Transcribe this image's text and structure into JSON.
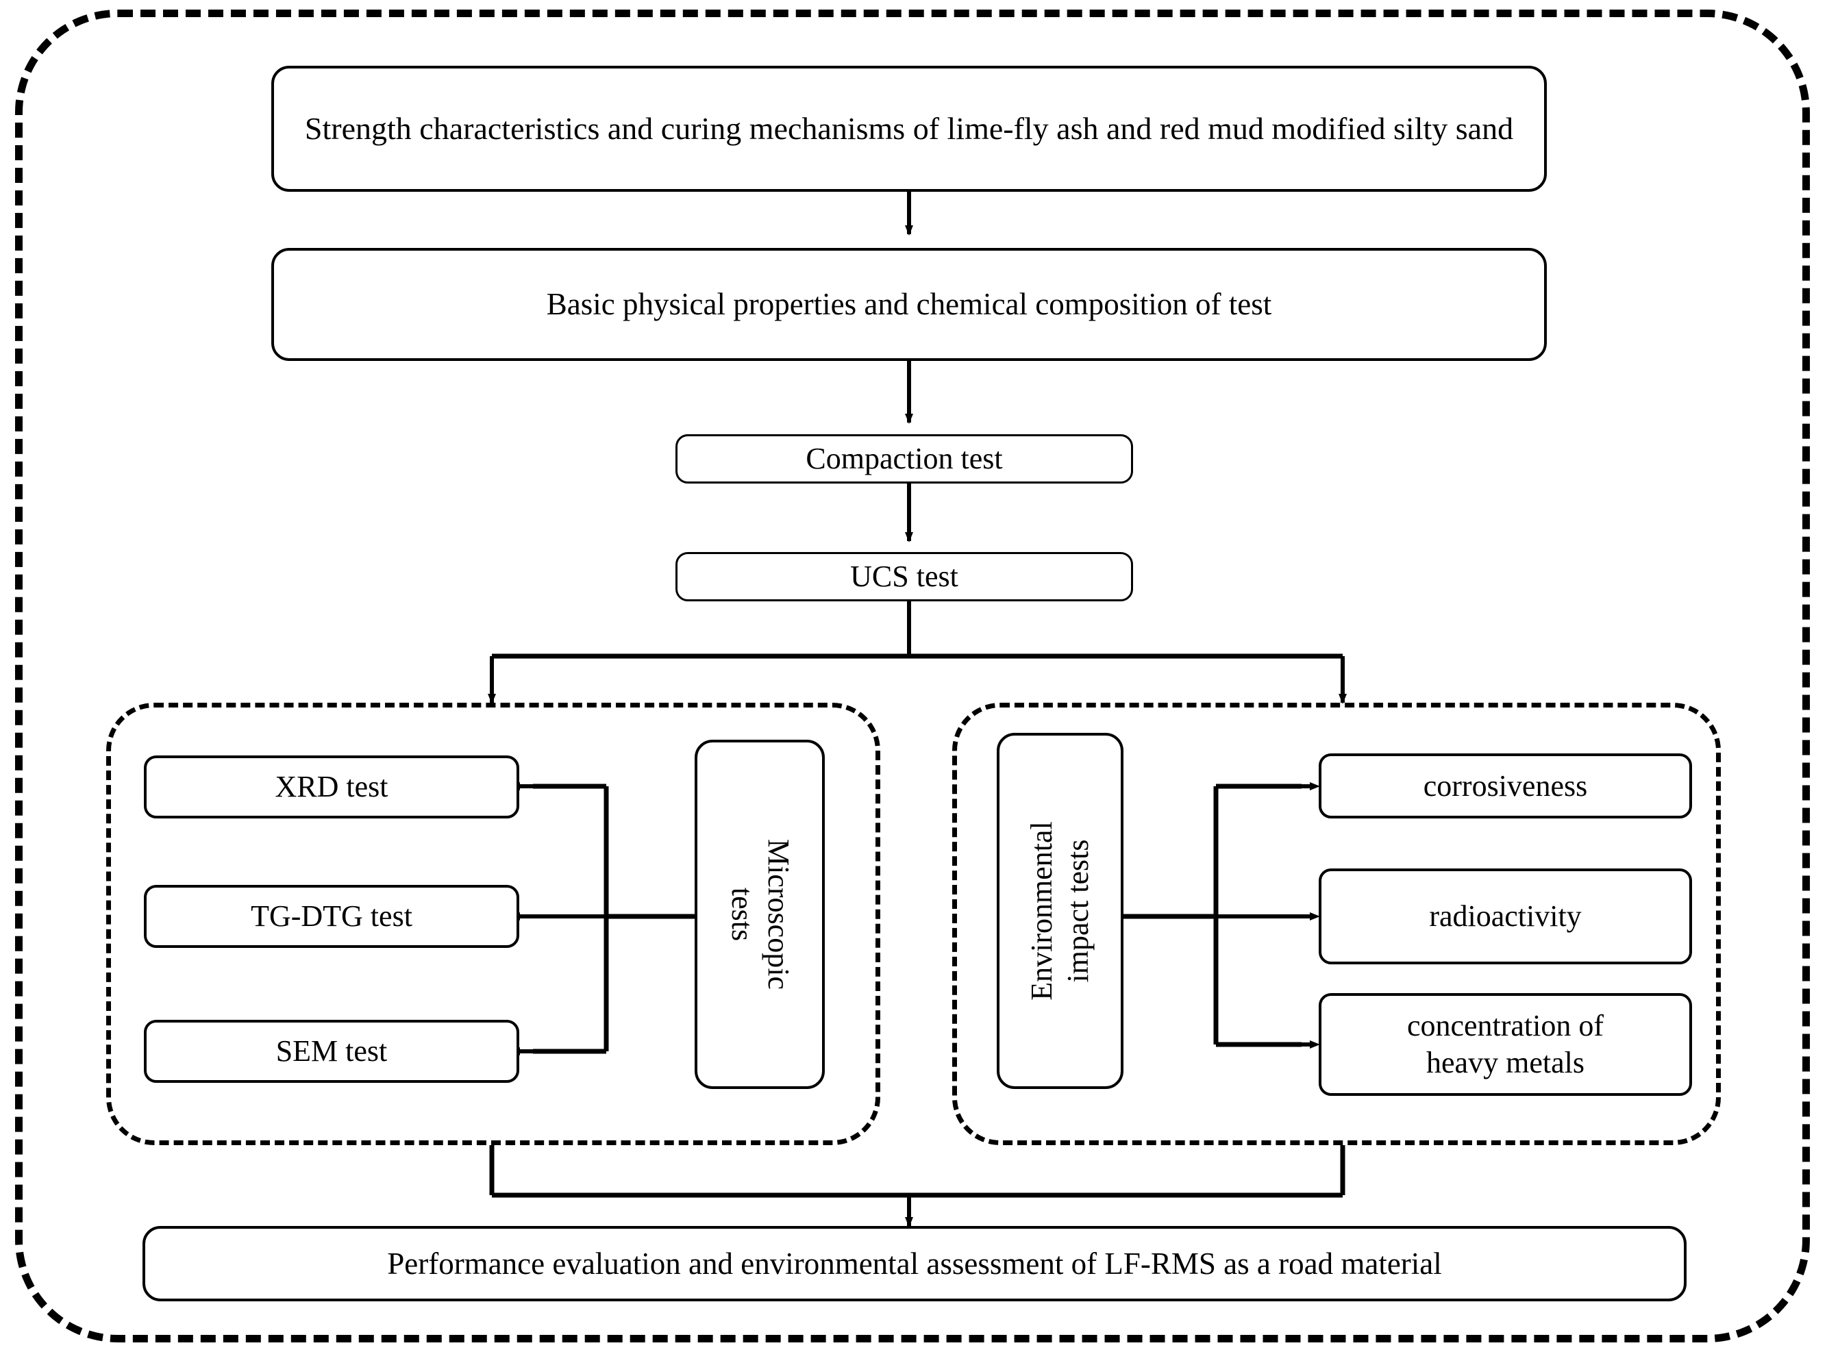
{
  "diagram": {
    "type": "flowchart",
    "title_node": {
      "label": "Strength characteristics and curing mechanisms of lime-fly ash and red mud modified silty sand",
      "line1": "Strength characteristics and curing mechanisms of lime-fly ash and red",
      "line2": "mud modified silty sand"
    },
    "basic_node": {
      "label": "Basic physical properties and chemical composition of test"
    },
    "compaction_node": {
      "label": "Compaction test"
    },
    "ucs_node": {
      "label": "UCS test"
    },
    "micro_group": {
      "driver": {
        "line1": "Microscopic",
        "line2": "tests",
        "label": "Microscopic tests"
      },
      "tests": [
        {
          "label": "XRD test"
        },
        {
          "label": "TG-DTG test"
        },
        {
          "label": "SEM test"
        }
      ]
    },
    "env_group": {
      "driver": {
        "line1": "Environmental",
        "line2": "impact tests",
        "label": "Environmental impact tests"
      },
      "tests": [
        {
          "label": "corrosiveness"
        },
        {
          "label": "radioactivity"
        },
        {
          "line1": "concentration of",
          "line2": "heavy metals",
          "label": "concentration of heavy metals"
        }
      ]
    },
    "outcome_node": {
      "label": "Performance evaluation and environmental assessment of LF-RMS as a road material"
    },
    "colors": {
      "stroke": "#000000",
      "fill": "#ffffff",
      "background": "#ffffff"
    }
  }
}
